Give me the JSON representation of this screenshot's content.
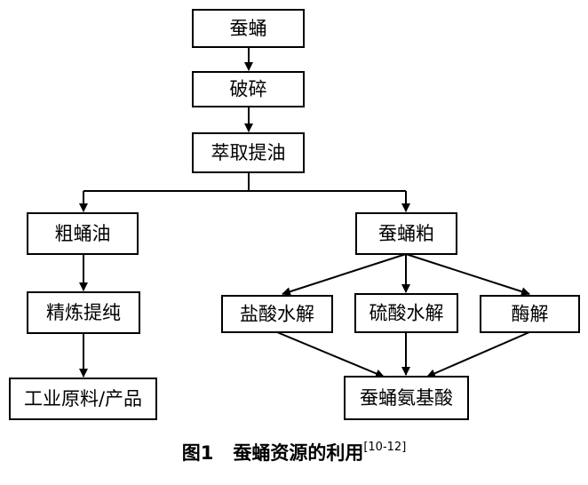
{
  "nodes": {
    "silkworm_pupa": "蚕蛹",
    "crushing": "破碎",
    "oil_extraction": "萃取提油",
    "crude_pupa_oil": "粗蛹油",
    "pupa_meal": "蚕蛹粕",
    "refining": "精炼提纯",
    "hcl_hydrolysis": "盐酸水解",
    "h2so4_hydrolysis": "硫酸水解",
    "enzymolysis": "酶解",
    "industrial_products": "工业原料/产品",
    "amino_acids": "蚕蛹氨基酸"
  },
  "caption": {
    "label": "图1",
    "title": "蚕蛹资源的利用",
    "reference": "[10-12]"
  }
}
